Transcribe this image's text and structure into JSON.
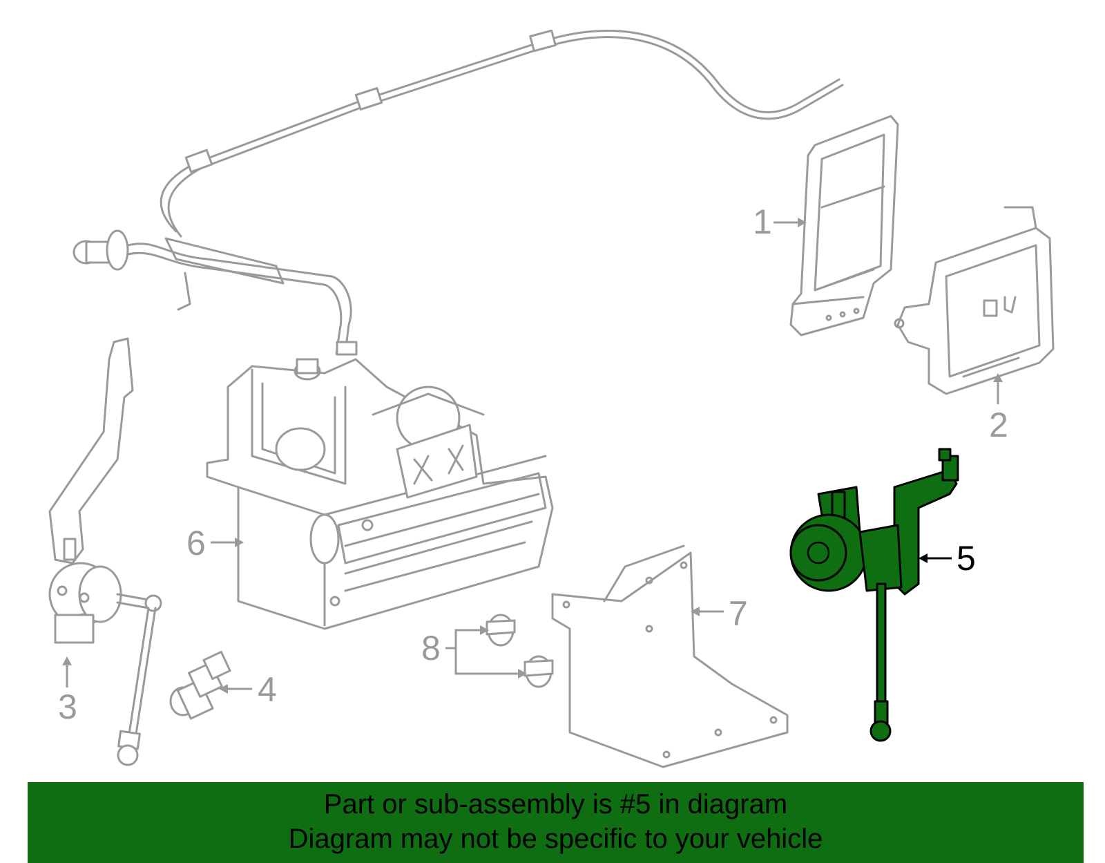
{
  "callouts": {
    "c1": "1",
    "c2": "2",
    "c3": "3",
    "c4": "4",
    "c5": "5",
    "c6": "6",
    "c7": "7",
    "c8": "8"
  },
  "highlighted_part": "5",
  "colors": {
    "highlight": "#0f6e12",
    "line_art": "#9a9a9a",
    "banner_bg": "#0f6e12"
  },
  "banner": {
    "line1": "Part or sub-assembly is #5 in diagram",
    "line2": "Diagram may not be specific to your vehicle"
  }
}
